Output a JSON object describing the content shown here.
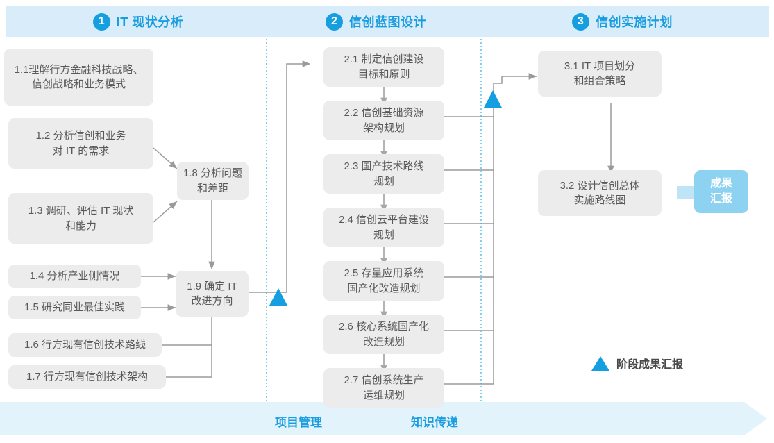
{
  "palette": {
    "banner_bg": "#D9ECFA",
    "accent_blue": "#1A9DE0",
    "badge_blue": "#159FE0",
    "box_gray": "#EDECEC",
    "box_text": "#58595B",
    "result_blue": "#8ED2F2",
    "footer_bg": "#E2F3FC",
    "connector_gray": "#9A9A9A",
    "divider_blue": "#63C3EA"
  },
  "stages": [
    {
      "number": "1",
      "label": "IT 现状分析"
    },
    {
      "number": "2",
      "label": "信创蓝图设计"
    },
    {
      "number": "3",
      "label": "信创实施计划"
    }
  ],
  "boxes": {
    "b11": "1.1理解行方金融科技战略、\n信创战略和业务模式",
    "b12": "1.2 分析信创和业务\n对 IT 的需求",
    "b13": "1.3 调研、评估 IT 现状\n和能力",
    "b14": "1.4 分析产业侧情况",
    "b15": "1.5 研究同业最佳实践",
    "b16": "1.6 行方现有信创技术路线",
    "b17": "1.7 行方现有信创技术架构",
    "b18": "1.8 分析问题\n和差距",
    "b19": "1.9 确定 IT\n改进方向",
    "b21": "2.1 制定信创建设\n目标和原则",
    "b22": "2.2 信创基础资源\n架构规划",
    "b23": "2.3 国产技术路线\n规划",
    "b24": "2.4 信创云平台建设\n规划",
    "b25": "2.5 存量应用系统\n国产化改造规划",
    "b26": "2.6 核心系统国产化\n改造规划",
    "b27": "2.7 信创系统生产\n运维规划",
    "b31": "3.1 IT 项目划分\n和组合策略",
    "b32": "3.2 设计信创总体\n实施路线图",
    "result": "成果\n汇报"
  },
  "legend": {
    "label": "阶段成果汇报",
    "marker": "triangle-up-icon"
  },
  "footer": {
    "items": [
      {
        "label": "项目管理"
      },
      {
        "label": "知识传递"
      }
    ]
  }
}
